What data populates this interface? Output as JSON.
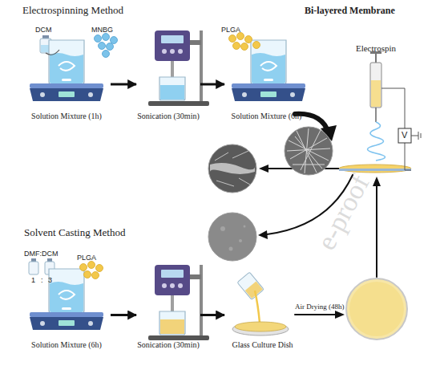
{
  "diagram": {
    "title": "Bi-layered Membrane",
    "nodes": [
      {
        "text": [
          "Solution Mixture (1h)"
        ]
      },
      {
        "text": [
          "Sonication (30min)"
        ]
      },
      {
        "text": [
          "Solution Mixture (6h)"
        ]
      },
      {
        "text": [
          "Electrospin"
        ]
      },
      {
        "text": [
          "Solution Mixture (6h)"
        ]
      },
      {
        "text": [
          "Sonication (30min)"
        ]
      },
      {
        "text": [
          "Glass Culture Dish"
        ]
      }
    ],
    "edges": [
      {
        "from": 0,
        "to": 1,
        "arrow": "to"
      },
      {
        "from": 1,
        "to": 2,
        "arrow": "to"
      },
      {
        "from": 4,
        "to": 5,
        "arrow": "to"
      },
      {
        "from": 5,
        "to": 6,
        "arrow": "to"
      }
    ],
    "labels": [
      "Electrospinning Method",
      "DCM",
      "MNBG",
      "PLGA",
      "V",
      "Solvent Casting Method",
      "DMF:DCM",
      "1",
      ":",
      "3",
      "PLGA",
      "Air Drying (48h)",
      "e-proof"
    ]
  }
}
